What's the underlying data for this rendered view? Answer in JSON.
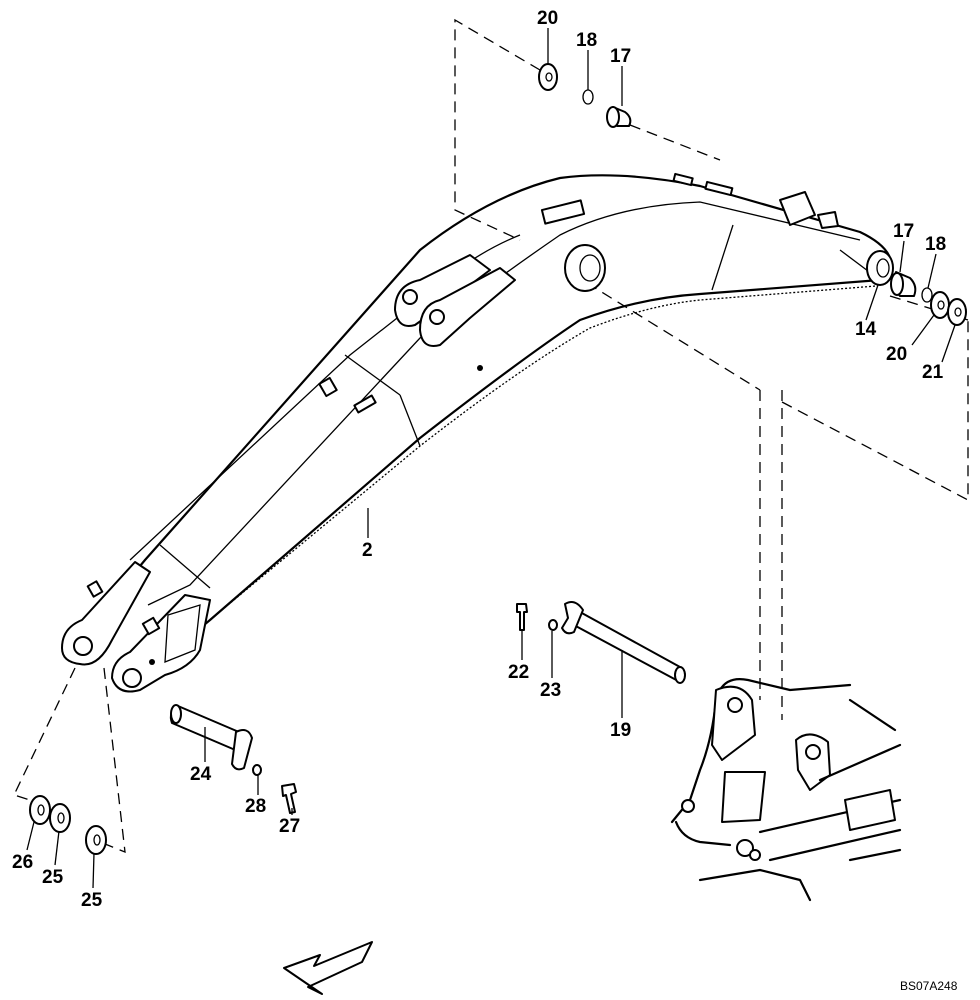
{
  "diagram": {
    "drawing_code": "BS07A248",
    "labels": {
      "p2": "2",
      "p14": "14",
      "p17_top": "17",
      "p17_right": "17",
      "p18_top": "18",
      "p18_right": "18",
      "p19": "19",
      "p20_top": "20",
      "p20_right": "20",
      "p21": "21",
      "p22": "22",
      "p23": "23",
      "p24": "24",
      "p25_a": "25",
      "p25_b": "25",
      "p26": "26",
      "p27": "27",
      "p28": "28"
    }
  }
}
